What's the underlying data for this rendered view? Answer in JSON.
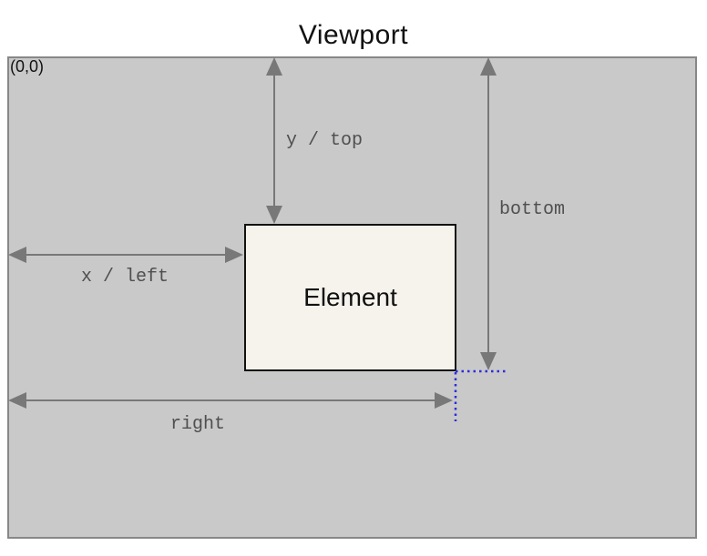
{
  "diagram": {
    "title": "Viewport",
    "origin_label": "(0,0)",
    "element_label": "Element",
    "measurements": [
      {
        "id": "y-top",
        "label": "y / top",
        "orientation": "vertical",
        "from": "viewport-top",
        "to": "element-top"
      },
      {
        "id": "bottom",
        "label": "bottom",
        "orientation": "vertical",
        "from": "viewport-top",
        "to": "element-bottom"
      },
      {
        "id": "x-left",
        "label": "x / left",
        "orientation": "horizontal",
        "from": "viewport-left",
        "to": "element-left"
      },
      {
        "id": "right",
        "label": "right",
        "orientation": "horizontal",
        "from": "viewport-left",
        "to": "element-right"
      }
    ],
    "colors": {
      "viewport_fill": "#c9c9c9",
      "viewport_border": "#878787",
      "element_fill": "#f5f3ec",
      "element_border": "#121212",
      "arrow": "#787878",
      "measure_text": "#4f4f4f",
      "guide_blue": "#2b2be0",
      "background": "#ffffff"
    }
  }
}
